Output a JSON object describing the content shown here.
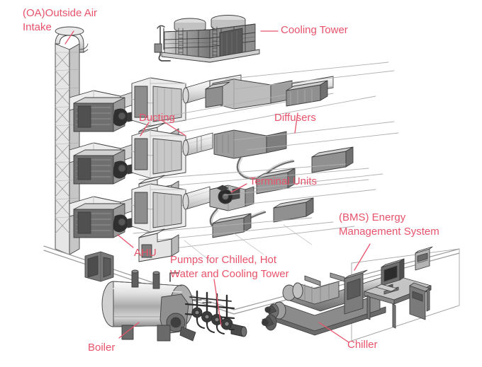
{
  "diagram": {
    "title": "HVAC System Schematic",
    "type": "isometric-line-drawing",
    "background_color": "#ffffff",
    "label_color": "#e8536b",
    "line_color": "#3a3a3a",
    "fill_light": "#f2f2f2",
    "fill_mid": "#c9c9c9",
    "fill_dark": "#8a8a8a",
    "fill_darkest": "#4a4a4a"
  },
  "labels": {
    "outside_air_intake": "(OA)Outside Air\nIntake",
    "outside_air_intake_line1": "(OA)Outside Air",
    "outside_air_intake_line2": "Intake",
    "cooling_tower": "Cooling Tower",
    "ducting": "Ducting",
    "diffusers": "Diffusers",
    "terminal_units": "Terminal Units",
    "bms_line1": "(BMS) Energy",
    "bms_line2": "Management System",
    "ahu": "AHU",
    "pumps_line1": "Pumps for Chilled, Hot",
    "pumps_line2": "Water and Cooling Tower",
    "boiler": "Boiler",
    "chiller": "Chiller"
  },
  "components": [
    {
      "id": "outside-air-intake",
      "label": "(OA)Outside Air Intake",
      "kind": "vertical-riser-duct-with-gooseneck-hood"
    },
    {
      "id": "cooling-tower",
      "label": "Cooling Tower",
      "kind": "rooftop-cooling-tower"
    },
    {
      "id": "ducting",
      "label": "Ducting",
      "kind": "round-and-rectangular-duct-runs"
    },
    {
      "id": "diffusers",
      "label": "Diffusers",
      "kind": "ceiling-supply-diffusers"
    },
    {
      "id": "terminal-units",
      "label": "Terminal Units",
      "kind": "vav-terminal-box"
    },
    {
      "id": "ahu",
      "label": "AHU",
      "kind": "air-handling-unit"
    },
    {
      "id": "bms",
      "label": "(BMS) Energy Management System",
      "kind": "desk-with-computer-and-wall-panel"
    },
    {
      "id": "pumps",
      "label": "Pumps for Chilled, Hot Water and Cooling Tower",
      "kind": "pump-and-valve-assembly"
    },
    {
      "id": "boiler",
      "label": "Boiler",
      "kind": "horizontal-fire-tube-boiler"
    },
    {
      "id": "chiller",
      "label": "Chiller",
      "kind": "centrifugal-water-chiller"
    }
  ],
  "floors": [
    {
      "index": 1,
      "ahu_present": true,
      "diffuser_count": 2
    },
    {
      "index": 2,
      "ahu_present": true,
      "diffuser_count": 2
    },
    {
      "index": 3,
      "ahu_present": true,
      "diffuser_count": 2
    }
  ]
}
